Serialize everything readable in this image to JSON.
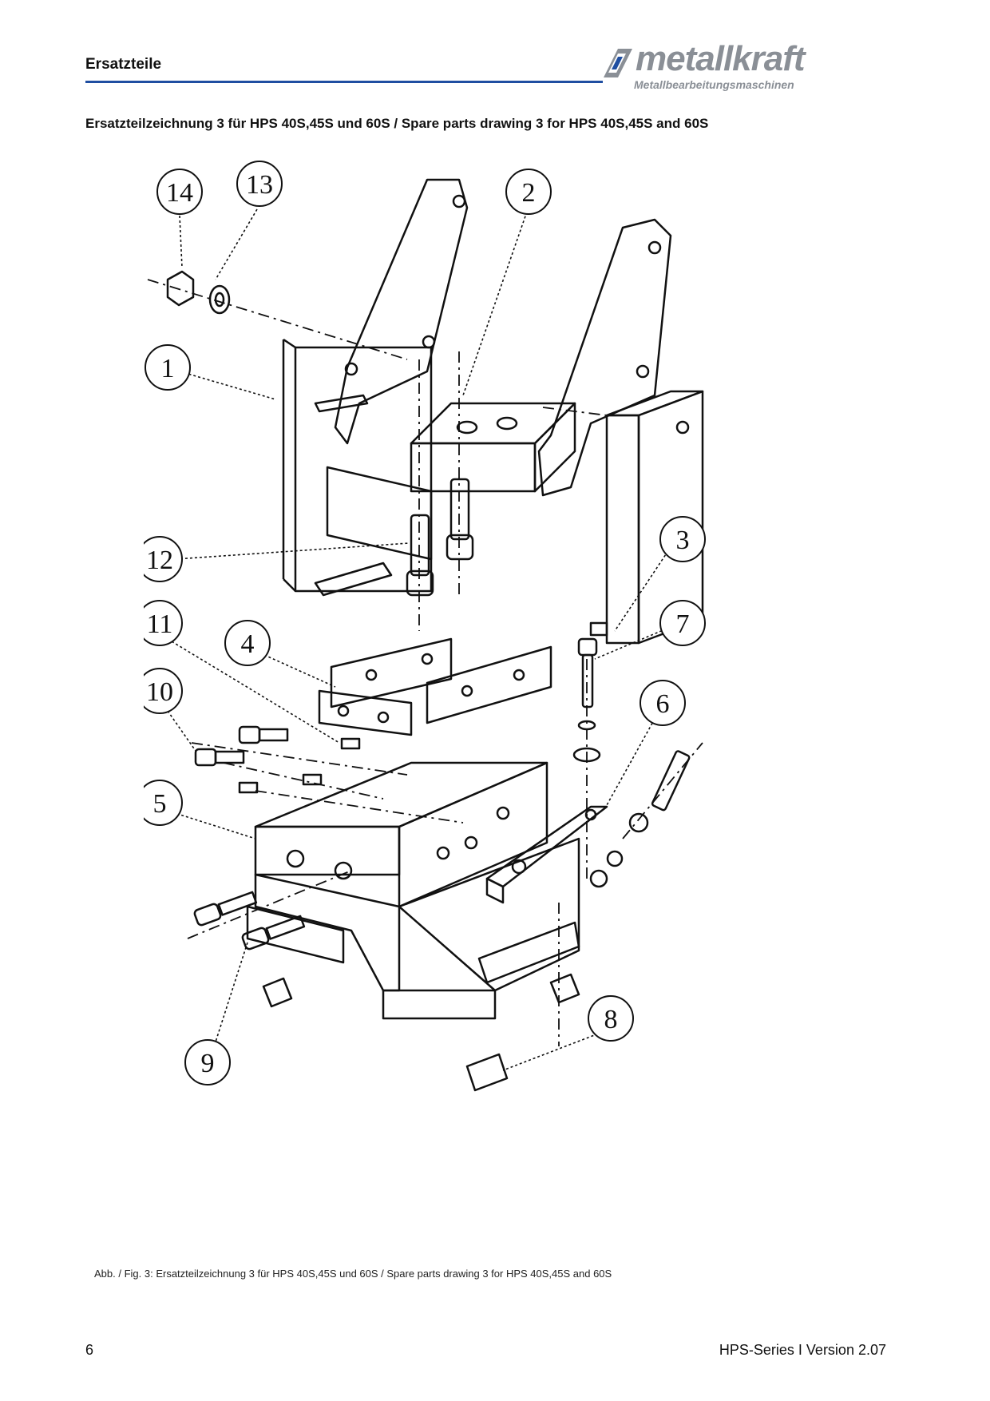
{
  "header": {
    "title": "Ersatzteile",
    "brand": "metallkraft",
    "brand_tagline": "Metallbearbeitungsmaschinen",
    "rule_color": "#1f4ea1"
  },
  "drawing": {
    "heading": "Ersatzteilzeichnung 3 für HPS 40S,45S und 60S / Spare parts drawing 3 for HPS 40S,45S and 60S",
    "callouts": [
      "14",
      "13",
      "2",
      "1",
      "12",
      "3",
      "11",
      "4",
      "7",
      "10",
      "6",
      "5",
      "9",
      "8"
    ],
    "caption": "Abb. / Fig. 3: Ersatzteilzeichnung 3 für HPS 40S,45S und 60S / Spare parts drawing 3 for HPS 40S,45S and 60S"
  },
  "footer": {
    "page_number": "6",
    "version": "HPS-Series I Version 2.07"
  }
}
